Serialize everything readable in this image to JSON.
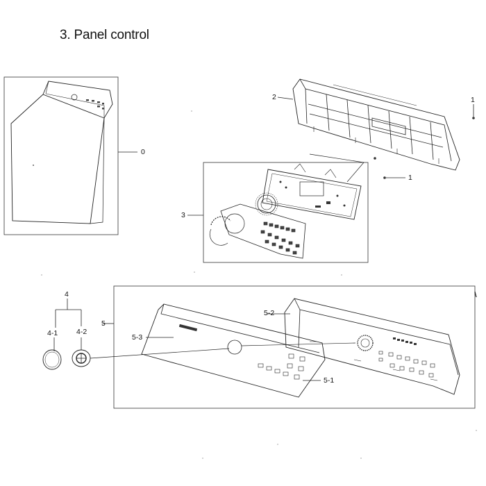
{
  "title": "3. Panel control",
  "callouts": {
    "c0": "0",
    "c1a": "1",
    "c1b": "1",
    "c2": "2",
    "c3": "3",
    "c4": "4",
    "c4_1": "4-1",
    "c4_2": "4-2",
    "c5": "5",
    "c5_1": "5-1",
    "c5_2": "5-2",
    "c5_3": "5-3"
  }
}
